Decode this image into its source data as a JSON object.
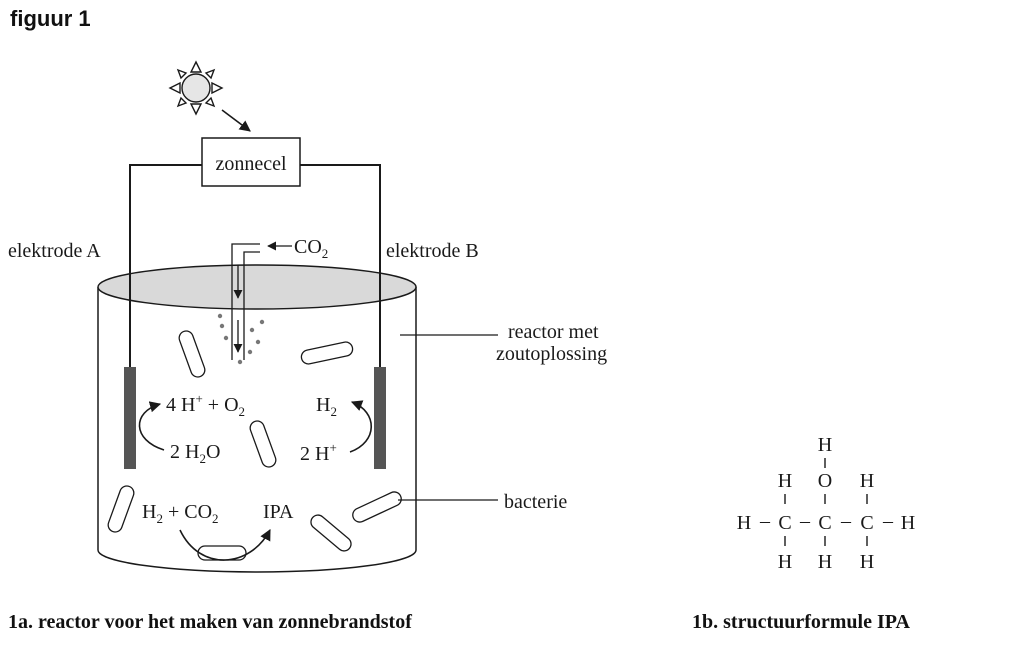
{
  "figure": {
    "heading": "figuur 1",
    "caption_a": "1a. reactor voor het maken van zonnebrandstof",
    "caption_b": "1b. structuurformule IPA"
  },
  "reactor": {
    "solar_cell": "zonnecel",
    "electrode_a": "elektrode A",
    "electrode_b": "elektrode B",
    "co2_inlet": "CO",
    "co2_sub": "2",
    "reactor_label_line1": "reactor met",
    "reactor_label_line2": "zoutoplossing",
    "bacterium_label": "bacterie",
    "anode_reaction": {
      "product": "4 H",
      "product_sup": "+",
      "product_plus": " + O",
      "product_sub": "2",
      "reactant": "2 H",
      "reactant_sub": "2",
      "reactant_tail": "O"
    },
    "cathode_reaction": {
      "product": "H",
      "product_sub": "2",
      "reactant": "2 H",
      "reactant_sup": "+"
    },
    "bacteria_reaction": {
      "reactant": "H",
      "reactant_sub": "2",
      "reactant_plus": " + CO",
      "reactant_sub2": "2",
      "product": "IPA"
    }
  },
  "ipa_structure": {
    "atoms": {
      "H": "H",
      "C": "C",
      "O": "O"
    },
    "bond": "–"
  },
  "colors": {
    "ink": "#1a1a1a",
    "electrode": "#555555",
    "liquid_surface": "#d9d9d9",
    "droplets": "#777777"
  }
}
